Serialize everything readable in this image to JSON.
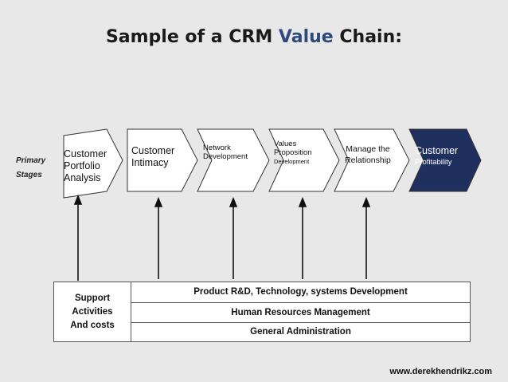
{
  "title": {
    "prefix": "Sample of a CRM",
    "accent": "Value",
    "suffix": "Chain:",
    "accent_color": "#2e4a7d"
  },
  "primary_label": {
    "line1": "Primary",
    "line2": "Stages"
  },
  "stages": [
    {
      "lines": [
        "Customer",
        "Portfolio",
        "Analysis"
      ]
    },
    {
      "lines": [
        "Customer",
        "Intimacy"
      ]
    },
    {
      "lines": [
        "Network",
        "Development"
      ]
    },
    {
      "lines": [
        "Values",
        "Proposition",
        "Development"
      ]
    },
    {
      "lines": [
        "Manage the",
        "Relationship"
      ]
    },
    {
      "lines": [
        "Customer",
        "Profitability"
      ],
      "fill": "#1e2f5e"
    }
  ],
  "support": {
    "label": [
      "Support",
      "Activities",
      "And costs"
    ],
    "rows": [
      "Product R&D, Technology, systems Development",
      "Human Resources Management",
      "General Administration"
    ]
  },
  "website": "www.derekhendrikz.com"
}
